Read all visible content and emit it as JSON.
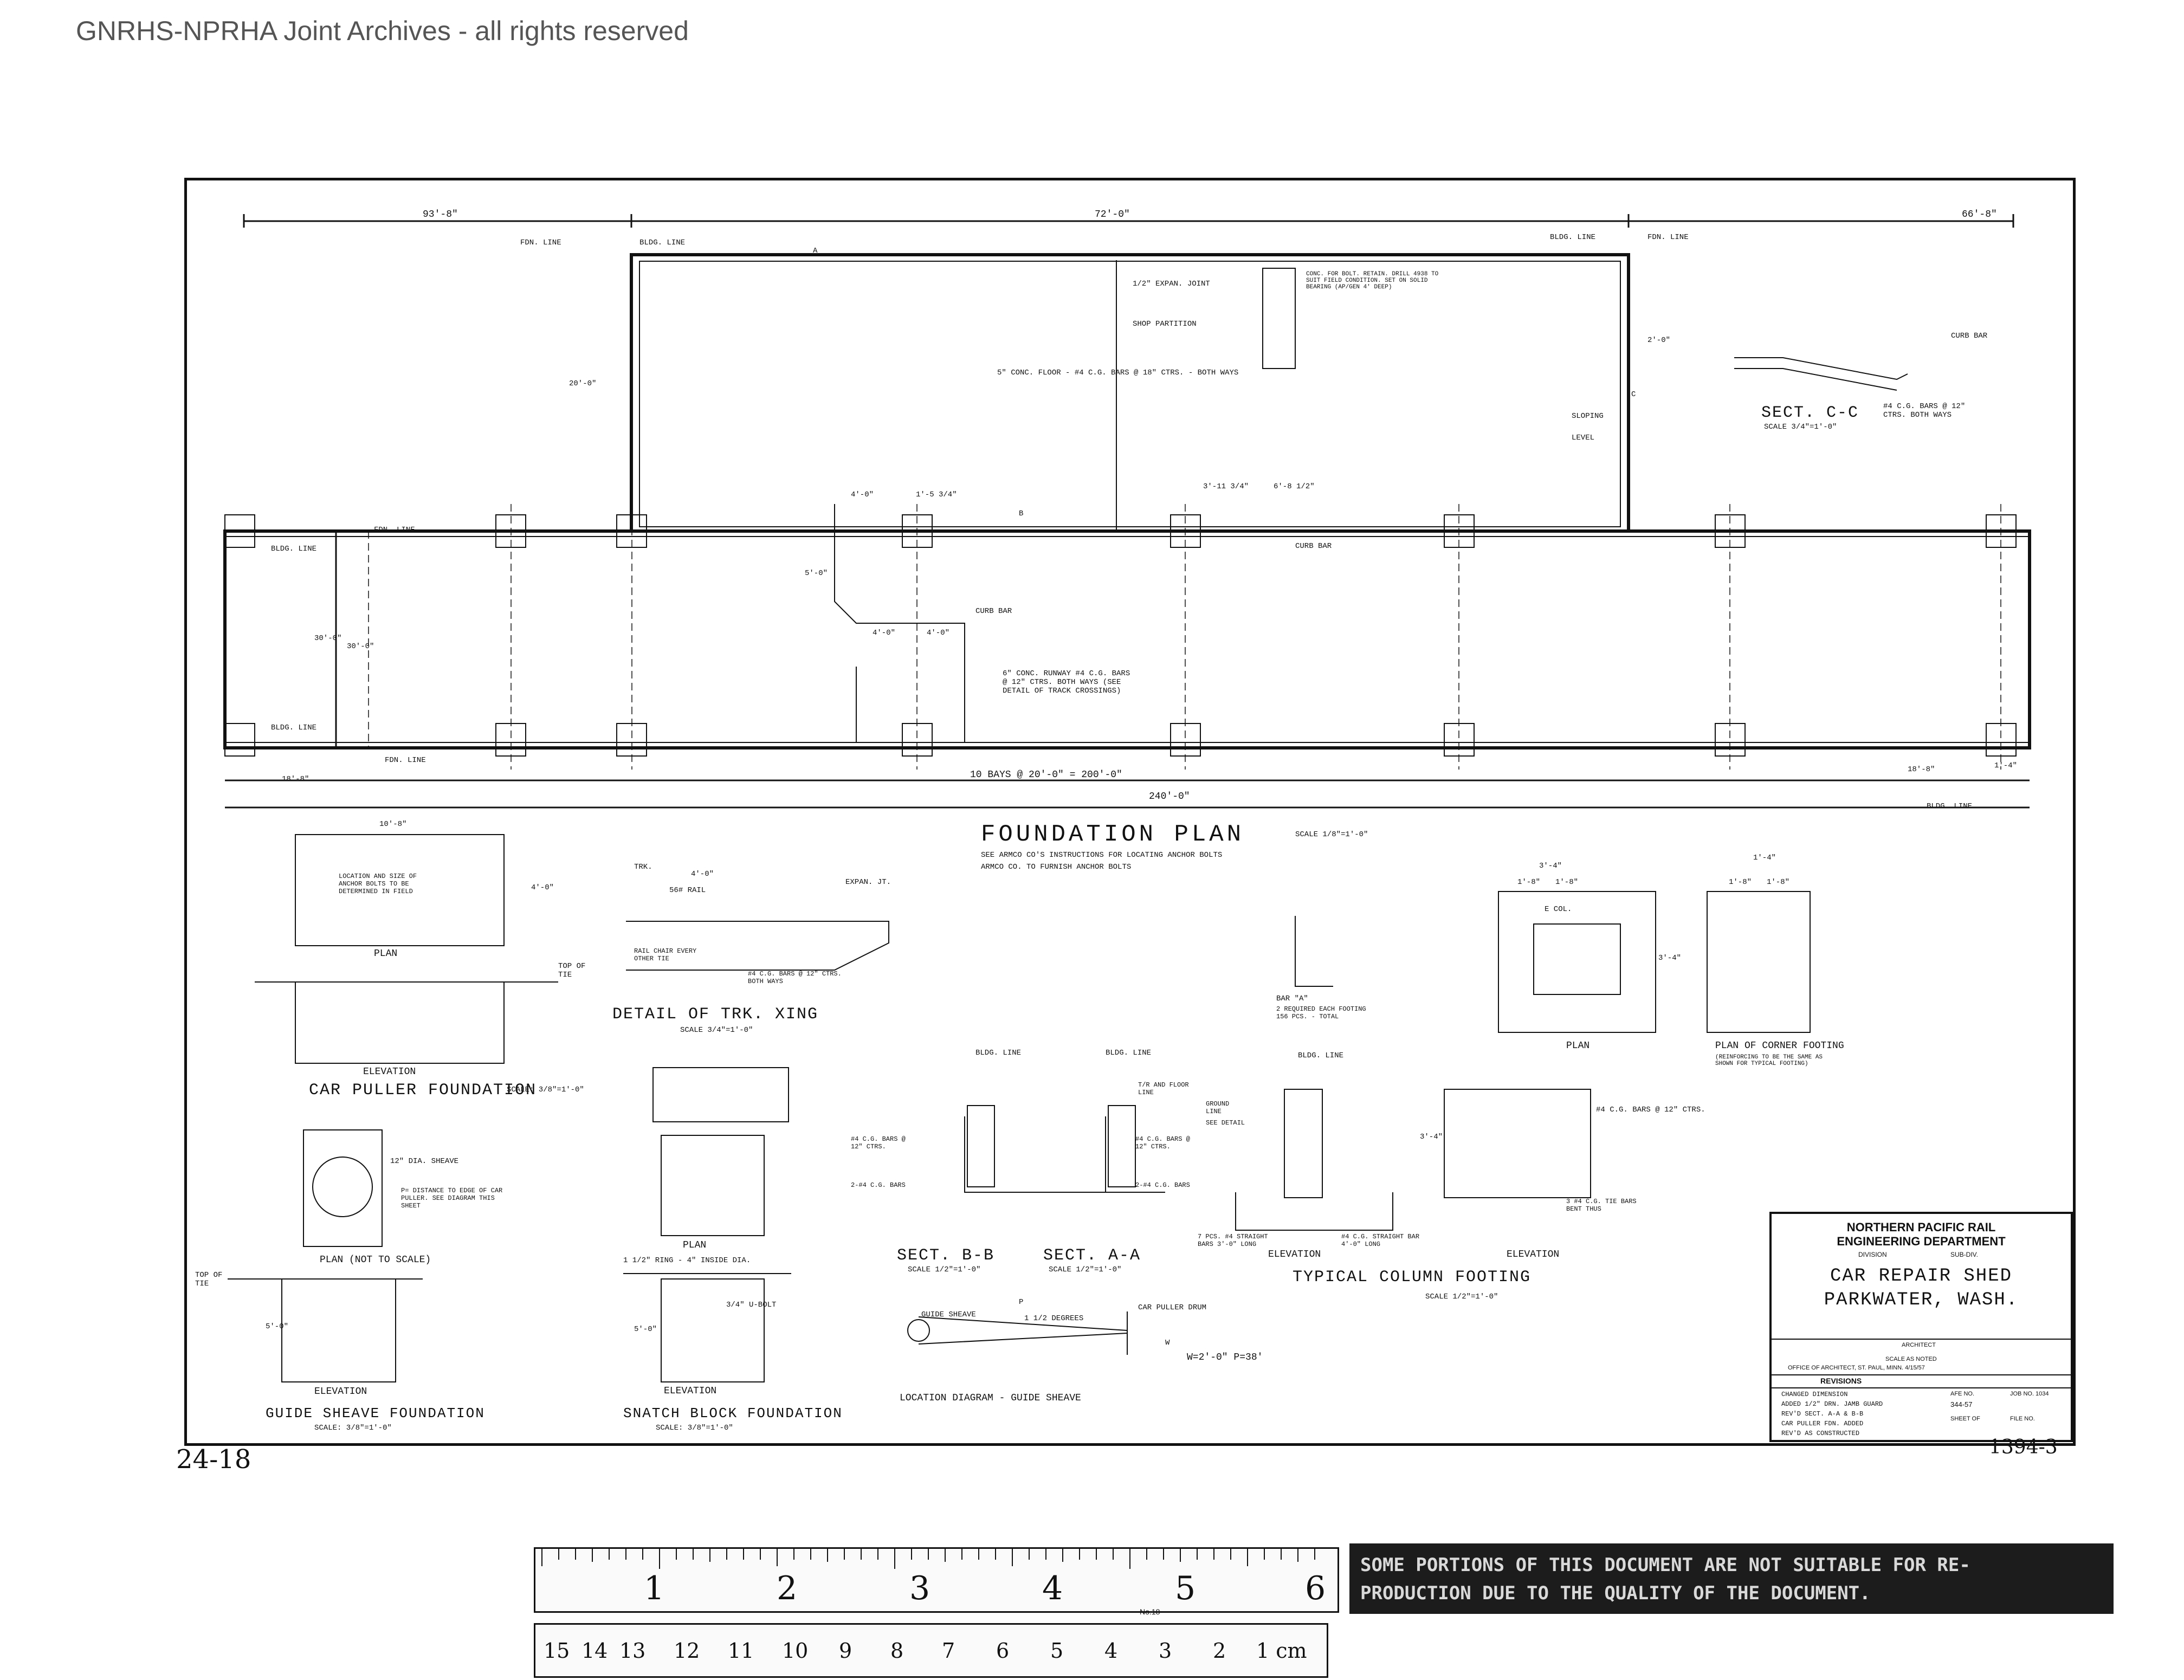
{
  "watermark": "GNRHS-NPRHA Joint Archives - all rights reserved",
  "plan": {
    "title": "FOUNDATION PLAN",
    "scale": "SCALE 1/8\"=1'-0\"",
    "note1": "SEE ARMCO CO'S INSTRUCTIONS FOR LOCATING ANCHOR BOLTS",
    "note2": "ARMCO CO. TO FURNISH ANCHOR BOLTS",
    "dims": {
      "left_overall": "93'-8\"",
      "middle_overall": "72'-0\"",
      "right_overall": "66'-8\"",
      "bays": "10 BAYS @ 20'-0\" = 200'-0\"",
      "total_length": "240'-0\"",
      "left_end": "18'-8\"",
      "right_end": "18'-8\"",
      "width": "30'-0\"",
      "width_inner": "30'-0\"",
      "wing_depth": "20'-0\"",
      "runway_depth": "5'-0\"",
      "runway_w1": "4'-0\"",
      "runway_w2": "4'-0\"",
      "dim_a": "4'-0\"",
      "dim_b": "1'-5 3/4\"",
      "dim_c": "3'-11 3/4\"",
      "dim_d": "6'-8 1/2\"",
      "dim_e": "2'-0\"",
      "end_small": "1'-4\""
    },
    "labels": {
      "fdn_line": "FDN. LINE",
      "bldg_line": "BLDG. LINE",
      "expan_joint": "1/2\" EXPAN. JOINT",
      "shop_partition": "SHOP PARTITION",
      "floor": "5\" CONC. FLOOR - #4 C.G. BARS @ 18\" CTRS. - BOTH WAYS",
      "curb_bar": "CURB BAR",
      "runway": "6\" CONC. RUNWAY #4 C.G. BARS @ 12\" CTRS. BOTH WAYS (SEE DETAIL OF TRACK CROSSINGS)",
      "conc_block": "CONC. FOR BOLT. RETAIN. DRILL 4938 TO SUIT FIELD CONDITION. SET ON SOLID BEARING (AP/GEN 4' DEEP)",
      "sloping": "SLOPING",
      "level": "LEVEL",
      "see_detail": "SEE DETAIL",
      "section_a": "A",
      "section_b": "B",
      "section_c": "C"
    }
  },
  "sect_cc": {
    "title": "SECT. C-C",
    "scale": "SCALE 3/4\"=1'-0\"",
    "note": "#4 C.G. BARS @ 12\" CTRS. BOTH WAYS",
    "curb_bar": "CURB BAR"
  },
  "car_puller": {
    "plan": "PLAN",
    "elevation": "ELEVATION",
    "title": "CAR PULLER FOUNDATION",
    "scale": "SCALE: 3/8\"=1'-0\"",
    "note": "LOCATION AND SIZE OF ANCHOR BOLTS TO BE DETERMINED IN FIELD",
    "top_of_tie": "TOP OF TIE",
    "dim_w": "10'-8\"",
    "dim_h": "4'-0\""
  },
  "trk_xing": {
    "title": "DETAIL OF TRK. XING",
    "scale": "SCALE 3/4\"=1'-0\"",
    "trk": "TRK.",
    "dim": "4'-0\"",
    "rail": "56# RAIL",
    "expan": "EXPAN. JT.",
    "rail_chair": "RAIL CHAIR EVERY OTHER TIE",
    "bars": "#4 C.G. BARS @ 12\" CTRS. BOTH WAYS"
  },
  "guide_sheave": {
    "plan": "PLAN (NOT TO SCALE)",
    "elevation": "ELEVATION",
    "title": "GUIDE SHEAVE FOUNDATION",
    "scale": "SCALE: 3/8\"=1'-0\"",
    "sheave": "12\" DIA. SHEAVE",
    "p_note": "P= DISTANCE TO EDGE OF CAR PULLER. SEE DIAGRAM THIS SHEET",
    "top_of_tie": "TOP OF TIE",
    "dim": "5'-0\""
  },
  "snatch_block": {
    "plan": "PLAN",
    "elevation": "ELEVATION",
    "title": "SNATCH BLOCK FOUNDATION",
    "scale": "SCALE: 3/8\"=1'-0\"",
    "bolt": "3/4\" U-BOLT",
    "ring": "1 1/2\" RING - 4\" INSIDE DIA.",
    "dim": "5'-0\""
  },
  "location": {
    "title": "LOCATION DIAGRAM - GUIDE SHEAVE",
    "sheave": "GUIDE SHEAVE",
    "degrees": "1 1/2 DEGREES",
    "drum": "CAR PULLER DRUM",
    "formula": "W=2'-0\" P=38'",
    "p": "P",
    "w": "W"
  },
  "sections": {
    "bb": "SECT. B-B",
    "aa": "SECT. A-A",
    "scale": "SCALE 1/2\"=1'-0\"",
    "bldg_line": "BLDG. LINE",
    "floor_line": "T/R AND FLOOR LINE",
    "bars1": "#4 C.G. BARS @ 12\" CTRS.",
    "bars2": "2-#4 C.G. BARS",
    "bars3": "#4 C.G. BARS @ 12\" CTRS.",
    "bars4": "2-#4 C.G. BARS"
  },
  "column_footing": {
    "title": "TYPICAL COLUMN FOOTING",
    "scale": "SCALE 1/2\"=1'-0\"",
    "elevation": "ELEVATION",
    "elevation2": "ELEVATION",
    "bar": "BAR \"A\"",
    "bar_note": "2 REQUIRED EACH FOOTING 156 PCS. - TOTAL",
    "straight": "#4 C.G. STRAIGHT BAR 4'-0\" LONG",
    "straight2": "7 PCS. #4 STRAIGHT BARS 3'-0\" LONG",
    "bars": "#4 C.G. BARS @ 12\" CTRS.",
    "bent": "3 #4 C.G. TIE BARS BENT THUS",
    "bldg_line": "BLDG. LINE",
    "ground": "GROUND LINE",
    "see_detail": "SEE DETAIL",
    "dim_top": "3'-4\"",
    "dim_top2": "1'-4\"",
    "dim_a": "1'-8\"",
    "dim_b": "1'-8\"",
    "dim_c": "1'-8\"",
    "dim_d": "1'-8\"",
    "dim_h": "3'-4\"",
    "dim_h2": "3'-4\"",
    "col": "E COL.",
    "plan": "PLAN",
    "corner": "PLAN OF CORNER FOOTING",
    "corner_note": "(REINFORCING TO BE THE SAME AS SHOWN FOR TYPICAL FOOTING)"
  },
  "title_block": {
    "line1": "NORTHERN PACIFIC RAIL",
    "line2": "ENGINEERING DEPARTMENT",
    "division": "DIVISION",
    "subdiv": "SUB-DIV.",
    "project1": "CAR REPAIR SHED",
    "project2": "PARKWATER, WASH.",
    "architect": "ARCHITECT",
    "scale": "SCALE AS NOTED",
    "office": "OFFICE OF ARCHITECT, ST. PAUL, MINN. 4/15/57",
    "revisions": "REVISIONS",
    "rev_rows": [
      "CHANGED DIMENSION",
      "ADDED 1/2\" DRN. JAMB GUARD",
      "REV'D SECT. A-A & B-B",
      "CAR PULLER FDN. ADDED",
      "REV'D AS CONSTRUCTED"
    ],
    "afe_no": "AFE NO.",
    "afe_val": "344-57",
    "job_no": "JOB NO. 1034",
    "sheet_of": "SHEET OF",
    "file_no": "FILE NO."
  },
  "handwritten": {
    "left": "24-18",
    "right": "1394-3"
  },
  "ruler": {
    "inch_marks": [
      "1",
      "2",
      "3",
      "4",
      "5",
      "6"
    ],
    "cm_marks": [
      "1 cm",
      "2",
      "3",
      "4",
      "5",
      "6",
      "7",
      "8",
      "9",
      "10",
      "11",
      "12",
      "13",
      "14",
      "15"
    ],
    "brand": "No.18"
  },
  "warning": {
    "line1": "SOME PORTIONS OF THIS DOCUMENT ARE NOT SUITABLE FOR RE-",
    "line2": "PRODUCTION DUE TO THE QUALITY OF THE DOCUMENT."
  }
}
